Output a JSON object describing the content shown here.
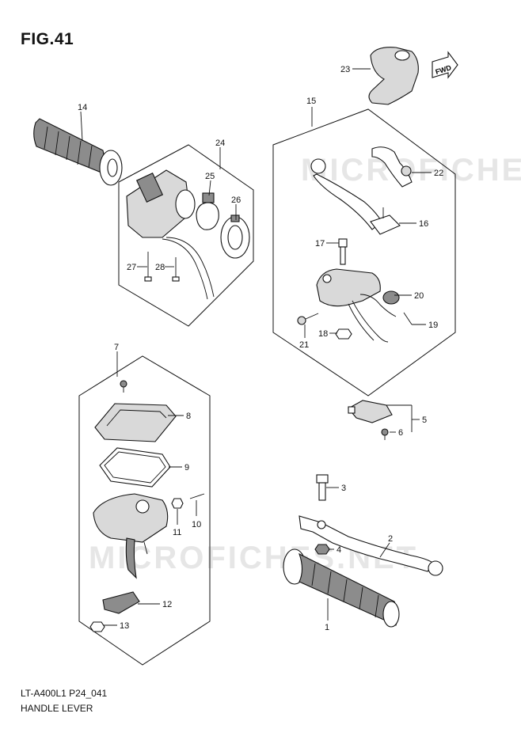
{
  "figure": {
    "title": "FIG.41",
    "diagram_code": "LT-A400L1 P24_041",
    "diagram_name": "HANDLE LEVER",
    "watermark": "MICROFICHES.NET",
    "fwd_label": "FWD"
  },
  "callouts": [
    "1",
    "2",
    "3",
    "4",
    "5",
    "6",
    "7",
    "8",
    "9",
    "10",
    "11",
    "12",
    "13",
    "14",
    "15",
    "16",
    "17",
    "18",
    "19",
    "20",
    "21",
    "22",
    "23",
    "24",
    "25",
    "26",
    "27",
    "28"
  ]
}
